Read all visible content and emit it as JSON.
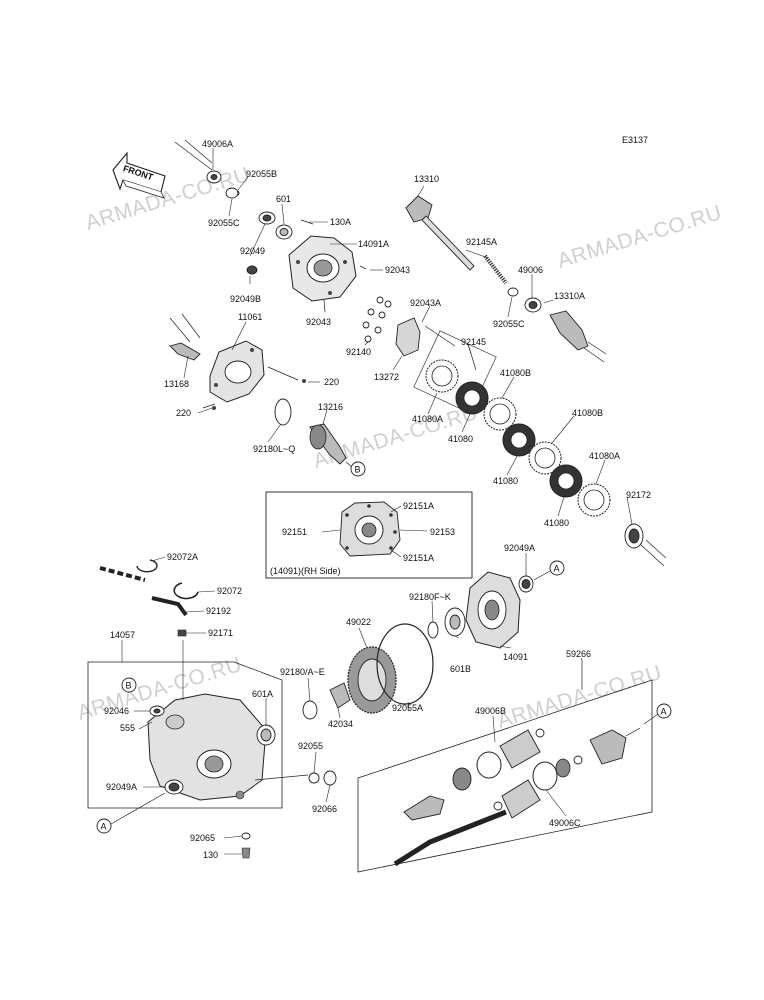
{
  "diagram": {
    "code": "E3137",
    "front_label": "FRONT",
    "watermark": "ARMADA-CO.RU",
    "rh_side_caption": "(14091)(RH Side)",
    "callouts": {
      "a": "A",
      "b": "B"
    }
  },
  "labels": [
    {
      "id": "l01",
      "text": "49006A"
    },
    {
      "id": "l02",
      "text": "92055B"
    },
    {
      "id": "l03",
      "text": "92055C"
    },
    {
      "id": "l04",
      "text": "601"
    },
    {
      "id": "l05",
      "text": "130A"
    },
    {
      "id": "l06",
      "text": "92049"
    },
    {
      "id": "l07",
      "text": "14091A"
    },
    {
      "id": "l08",
      "text": "92043"
    },
    {
      "id": "l09",
      "text": "92049B"
    },
    {
      "id": "l10",
      "text": "92043"
    },
    {
      "id": "l11",
      "text": "11061"
    },
    {
      "id": "l12",
      "text": "13168"
    },
    {
      "id": "l13",
      "text": "220"
    },
    {
      "id": "l14",
      "text": "220"
    },
    {
      "id": "l15",
      "text": "13216"
    },
    {
      "id": "l16",
      "text": "92180L~Q"
    },
    {
      "id": "l17",
      "text": "13310"
    },
    {
      "id": "l18",
      "text": "92145A"
    },
    {
      "id": "l19",
      "text": "49006"
    },
    {
      "id": "l20",
      "text": "13310A"
    },
    {
      "id": "l21",
      "text": "92055C"
    },
    {
      "id": "l22",
      "text": "92043A"
    },
    {
      "id": "l23",
      "text": "92140"
    },
    {
      "id": "l24",
      "text": "92145"
    },
    {
      "id": "l25",
      "text": "13272"
    },
    {
      "id": "l26",
      "text": "41080B"
    },
    {
      "id": "l27",
      "text": "41080A"
    },
    {
      "id": "l28",
      "text": "41080"
    },
    {
      "id": "l29",
      "text": "41080B"
    },
    {
      "id": "l30",
      "text": "41080"
    },
    {
      "id": "l31",
      "text": "41080A"
    },
    {
      "id": "l32",
      "text": "92172"
    },
    {
      "id": "l33",
      "text": "41080"
    },
    {
      "id": "l34",
      "text": "92151A"
    },
    {
      "id": "l35",
      "text": "92151"
    },
    {
      "id": "l36",
      "text": "92153"
    },
    {
      "id": "l37",
      "text": "92151A"
    },
    {
      "id": "l38",
      "text": "92072A"
    },
    {
      "id": "l39",
      "text": "92072"
    },
    {
      "id": "l40",
      "text": "92192"
    },
    {
      "id": "l41",
      "text": "14057"
    },
    {
      "id": "l42",
      "text": "92171"
    },
    {
      "id": "l43",
      "text": "92049A"
    },
    {
      "id": "l44",
      "text": "92180F~K"
    },
    {
      "id": "l45",
      "text": "49022"
    },
    {
      "id": "l46",
      "text": "601B"
    },
    {
      "id": "l47",
      "text": "14091"
    },
    {
      "id": "l48",
      "text": "59266"
    },
    {
      "id": "l49",
      "text": "92180/A~E"
    },
    {
      "id": "l50",
      "text": "601A"
    },
    {
      "id": "l51",
      "text": "42034"
    },
    {
      "id": "l52",
      "text": "92055A"
    },
    {
      "id": "l53",
      "text": "49006B"
    },
    {
      "id": "l54",
      "text": "92046"
    },
    {
      "id": "l55",
      "text": "555"
    },
    {
      "id": "l56",
      "text": "92055"
    },
    {
      "id": "l57",
      "text": "92049A"
    },
    {
      "id": "l58",
      "text": "92066"
    },
    {
      "id": "l59",
      "text": "49006C"
    },
    {
      "id": "l60",
      "text": "92065"
    },
    {
      "id": "l61",
      "text": "130"
    }
  ]
}
